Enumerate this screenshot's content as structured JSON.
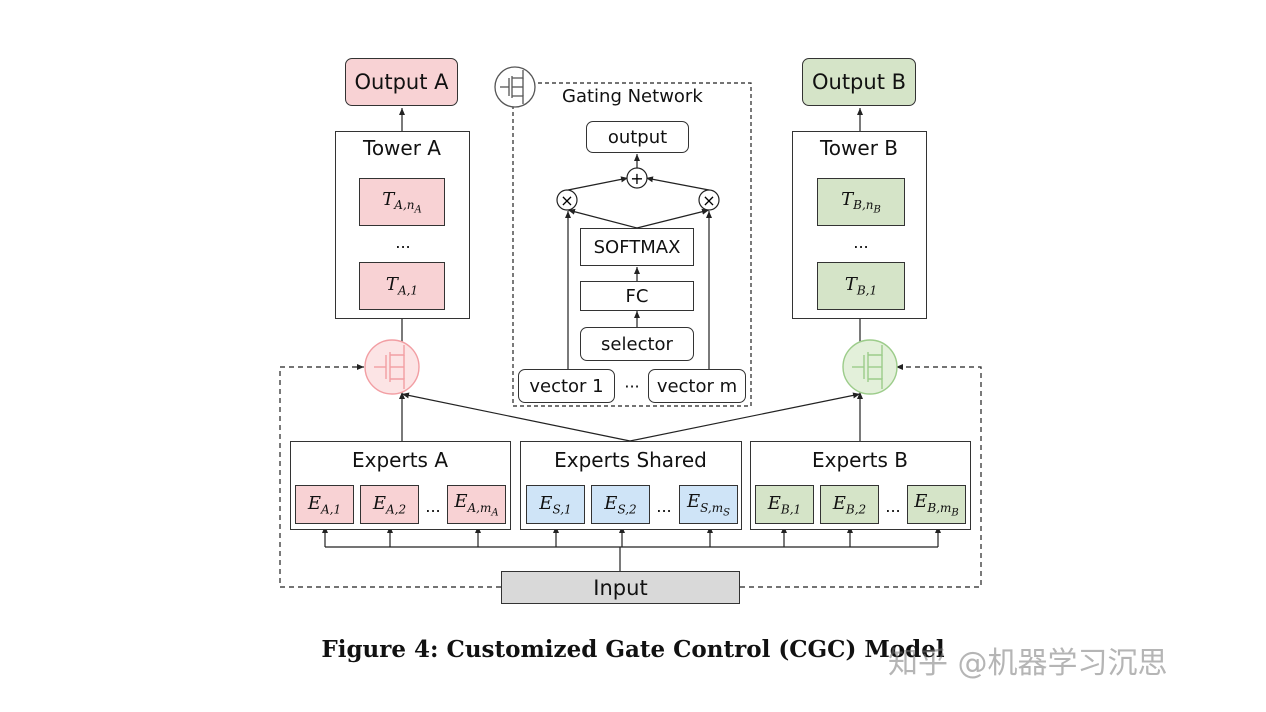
{
  "output_a": "Output A",
  "output_b": "Output B",
  "tower_a": {
    "title": "Tower A",
    "top": {
      "base": "T",
      "sub": "A,n",
      "subsub": "A"
    },
    "dots": "...",
    "bottom": {
      "base": "T",
      "sub": "A,1"
    }
  },
  "tower_b": {
    "title": "Tower B",
    "top": {
      "base": "T",
      "sub": "B,n",
      "subsub": "B"
    },
    "dots": "...",
    "bottom": {
      "base": "T",
      "sub": "B,1"
    }
  },
  "gating": {
    "title": "Gating Network",
    "output": "output",
    "plus": "+",
    "times": "×",
    "softmax": "SOFTMAX",
    "fc": "FC",
    "selector": "selector",
    "vector1": "vector 1",
    "dots": "···",
    "vectorm": "vector m"
  },
  "experts_a": {
    "title": "Experts A",
    "e1": {
      "base": "E",
      "sub": "A,1"
    },
    "e2": {
      "base": "E",
      "sub": "A,2"
    },
    "dots": "...",
    "em": {
      "base": "E",
      "sub": "A,m",
      "subsub": "A"
    }
  },
  "experts_s": {
    "title": "Experts Shared",
    "e1": {
      "base": "E",
      "sub": "S,1"
    },
    "e2": {
      "base": "E",
      "sub": "S,2"
    },
    "dots": "...",
    "em": {
      "base": "E",
      "sub": "S,m",
      "subsub": "S"
    }
  },
  "experts_b": {
    "title": "Experts B",
    "e1": {
      "base": "E",
      "sub": "B,1"
    },
    "e2": {
      "base": "E",
      "sub": "B,2"
    },
    "dots": "...",
    "em": {
      "base": "E",
      "sub": "B,m",
      "subsub": "B"
    }
  },
  "input": "Input",
  "caption": "Figure 4: Customized Gate Control (CGC) Model",
  "watermark": "知乎 @机器学习沉思",
  "colors": {
    "pink": "#f8d2d4",
    "green": "#d5e4c8",
    "blue": "#cfe4f7",
    "grey": "#d9d9d9",
    "gate_pink": "#f29ea3",
    "gate_green": "#9ccc8a"
  }
}
